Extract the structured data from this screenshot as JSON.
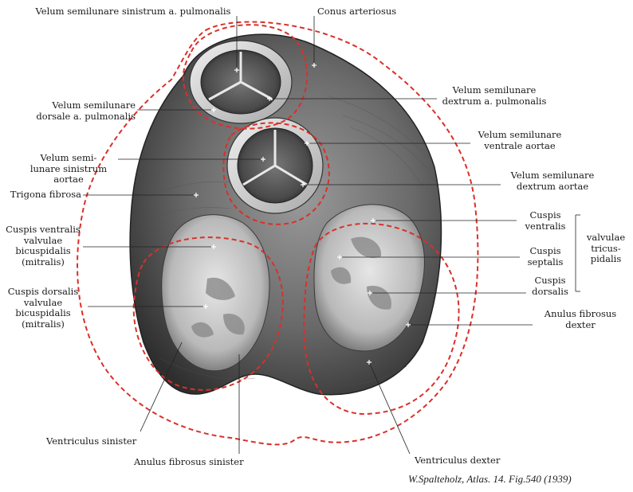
{
  "labels": {
    "velum_sin_pulm": "Velum semilunare sinistrum a. pulmonalis",
    "conus": "Conus arteriosus",
    "velum_dors_pulm": "Velum semilunare\ndorsale a. pulmonalis",
    "velum_dex_pulm": "Velum semilunare\ndextrum a. pulmonalis",
    "velum_ventr_aortae": "Velum semilunare\nventrale aortae",
    "velum_sin_aortae": "Velum semi-\nlunare sinistrum\naortae",
    "velum_dex_aortae": "Velum semilunare\ndextrum aortae",
    "trigona": "Trigona fibrosa",
    "cusp_ventr_mitr": "Cuspis ventralis\nvalvulae\nbicuspidalis\n(mitralis)",
    "cusp_dors_mitr": "Cuspis dorsalis\nvalvulae\nbicuspidalis\n(mitralis)",
    "cusp_ventr_tri": "Cuspis\nventralis",
    "cusp_sept_tri": "Cuspis\nseptalis",
    "cusp_dors_tri": "Cuspis\ndorsalis",
    "valv_tri": "valvulae\ntricus-\npidalis",
    "anulus_dex": "Anulus fibrosus\ndexter",
    "ventr_sin": "Ventriculus sinister",
    "anulus_sin": "Anulus fibrosus sinister",
    "ventr_dex": "Ventriculus dexter"
  },
  "credit": "W.Spalteholz, Atlas. 14. Fig.540 (1939)",
  "colors": {
    "dashed_outline": "#d9302a",
    "heart_dark": "#3a3a3a",
    "heart_mid": "#6e6e6e",
    "heart_light": "#c9c9c9",
    "leader": "#222222"
  }
}
